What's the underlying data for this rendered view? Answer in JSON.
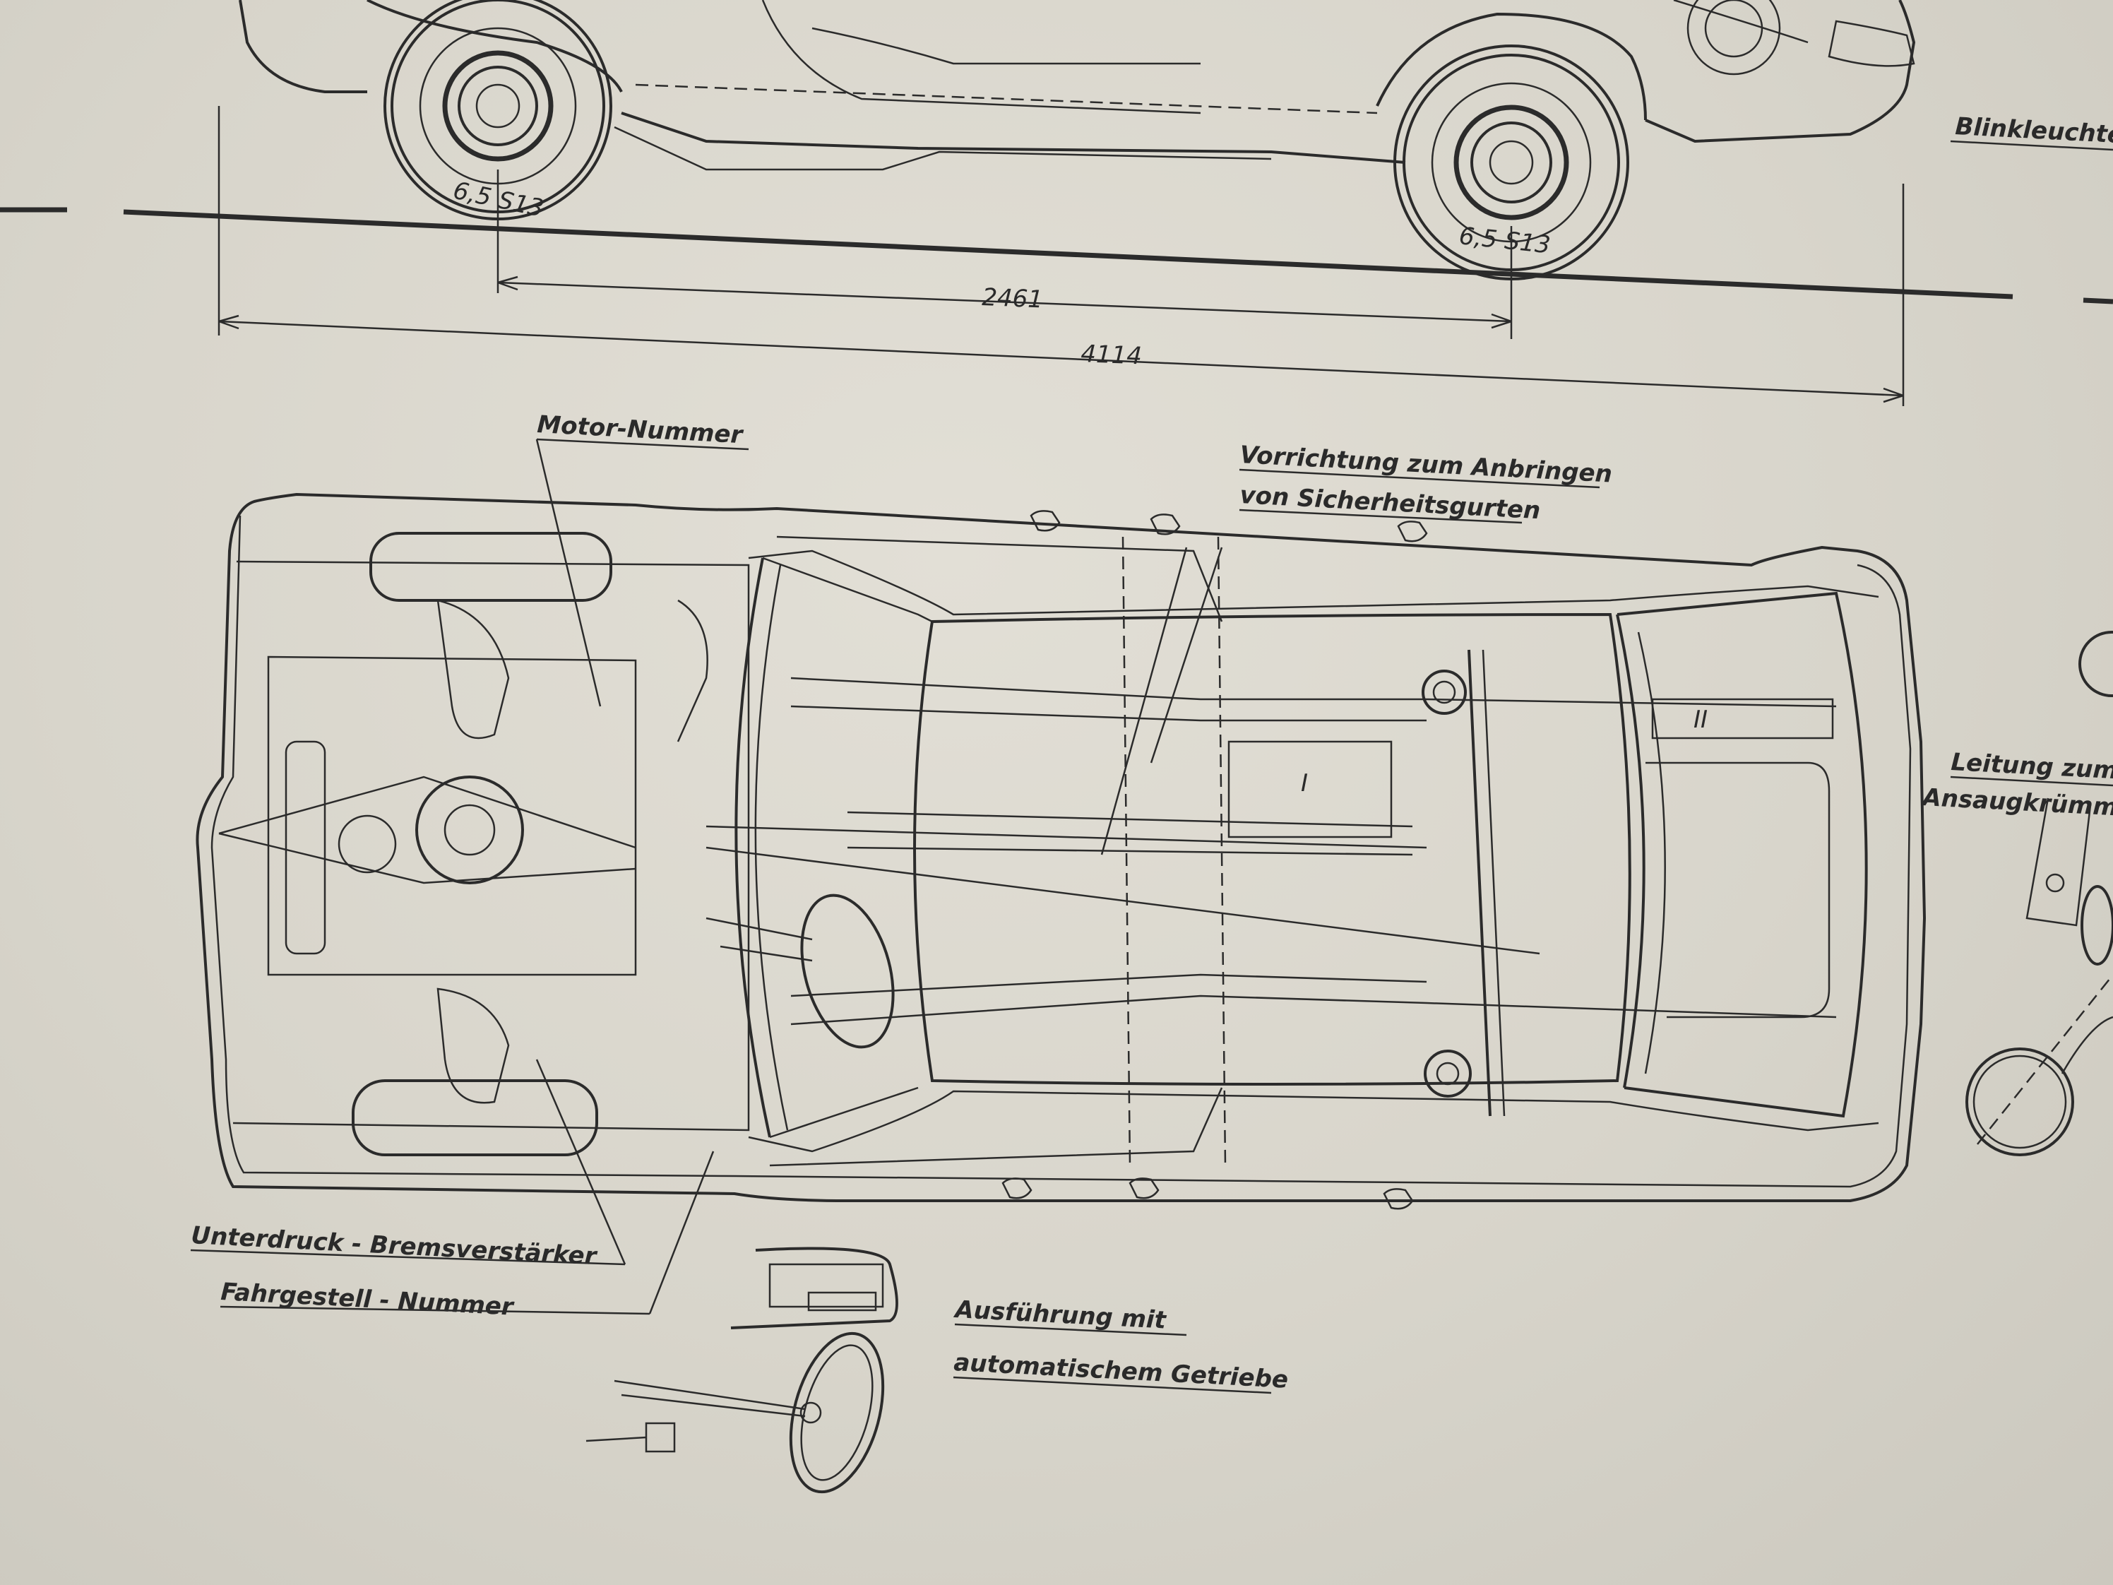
{
  "side_view": {
    "tire_front": "6,5 S13",
    "tire_rear": "6,5 S13",
    "wheelbase": "2461",
    "length": "4114",
    "label_right": "Blinkleuchte"
  },
  "top_view": {
    "callouts": {
      "motor_nummer": "Motor-Nummer",
      "seatbelt_line1": "Vorrichtung zum Anbringen",
      "seatbelt_line2": "von Sicherheitsgurten",
      "brake_booster": "Unterdruck - Bremsverstärker",
      "chassis_number": "Fahrgestell - Nummer",
      "automatic_line1": "Ausführung mit",
      "automatic_line2": "automatischem Getriebe",
      "leitung": "Leitung zum",
      "ansaug": "Ansaugkrümmer"
    },
    "markers": {
      "front_seat": "I",
      "rear_seat": "II"
    }
  }
}
